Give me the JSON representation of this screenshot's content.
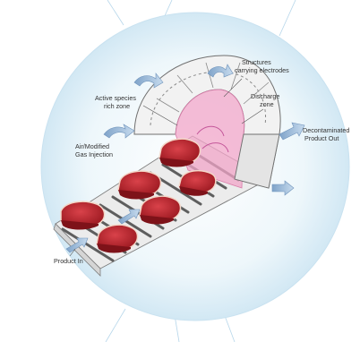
{
  "labels": {
    "structures": [
      "Structures",
      "carrying electrodes"
    ],
    "active_species": [
      "Active species",
      "rich zone"
    ],
    "discharge": [
      "Discharge",
      "zone"
    ],
    "decontaminated": [
      "Decontaminated",
      "Product Out"
    ],
    "air_injection": [
      "Air/Modified",
      "Gas Injection"
    ],
    "product_in": "Product In"
  },
  "colors": {
    "halo": "#dceef7",
    "halo_edge": "#b9dcee",
    "plasma": "#f2a6c8",
    "conveyor_bar": "#6b6b6b",
    "meat": "#b8232a",
    "meat_fat": "#f3d7c8",
    "arrow": "#9bb7d4",
    "label_text": "#333333"
  }
}
